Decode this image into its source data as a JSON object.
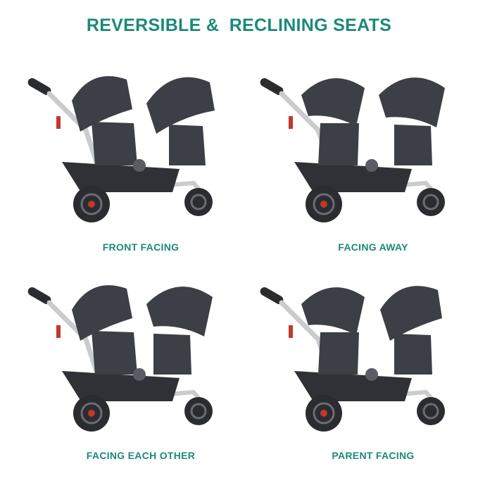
{
  "title": "REVERSIBLE &  RECLINING SEATS",
  "panels": [
    {
      "caption": "FRONT FACING"
    },
    {
      "caption": "FACING AWAY"
    },
    {
      "caption": "FACING EACH OTHER"
    },
    {
      "caption": "PARENT FACING"
    }
  ],
  "colors": {
    "accent": "#1b8a78",
    "fabric": "#3c3f45",
    "frame": "#c9cbcf",
    "tire": "#2b2c2f",
    "brake": "#c0392b"
  }
}
